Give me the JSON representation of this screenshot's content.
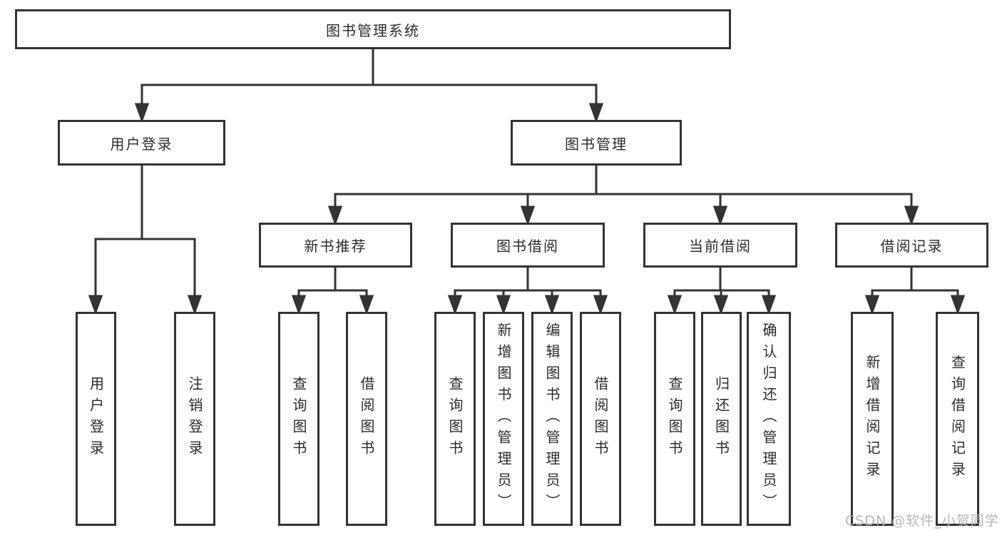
{
  "title": "图书管理系统",
  "tree": {
    "root_label": "图书管理系统",
    "login_branch": {
      "label": "用户登录",
      "children": [
        "用户登录",
        "注销登录"
      ]
    },
    "mgmt_branch": {
      "label": "图书管理",
      "sections": [
        {
          "label": "新书推荐",
          "children": [
            "查询图书",
            "借阅图书"
          ]
        },
        {
          "label": "图书借阅",
          "children": [
            "查询图书",
            "新增图书（管理员）",
            "编辑图书（管理员）",
            "借阅图书"
          ]
        },
        {
          "label": "当前借阅",
          "children": [
            "查询图书",
            "归还图书",
            "确认归还（管理员）"
          ]
        },
        {
          "label": "借阅记录",
          "children": [
            "新增借阅记录",
            "查询借阅记录"
          ]
        }
      ]
    }
  },
  "watermark": "CSDN @软件_小贺同学",
  "colors": {
    "line": "#333333",
    "border": "#333333",
    "text": "#2b2b2b",
    "watermark": "#b3b7bd",
    "background": "#ffffff"
  }
}
